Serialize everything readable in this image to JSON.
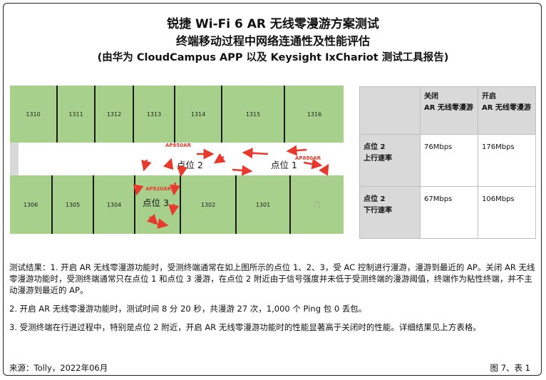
{
  "titles": {
    "line1": "锐捷 Wi-Fi 6 AR 无线零漫游方案测试",
    "line2": "终端移动过程中网络连通性及性能评估",
    "line3": "(由华为 CloudCampus APP 以及 Keysight IxChariot 测试工具报告)"
  },
  "floorplan": {
    "rooms_top": [
      "1310",
      "1311",
      "1312",
      "1313",
      "1314",
      "1315",
      "1316"
    ],
    "rooms_bottom": [
      "1306",
      "1305",
      "1304",
      "",
      "1302",
      "1301",
      "门"
    ],
    "ap_labels": [
      "AP850AR",
      "AP880AR",
      "AP820AR"
    ],
    "points": [
      "点位 1",
      "点位 2",
      "点位 3"
    ],
    "arrow_color": "#e8392c",
    "room_color": "#a8d08d"
  },
  "table": {
    "col_off": [
      "关闭",
      "AR 无线零漫游"
    ],
    "col_on": [
      "开启",
      "AR 无线零漫游"
    ],
    "rows": [
      {
        "label": [
          "点位 2",
          "上行速率"
        ],
        "off": "76Mbps",
        "on": "176Mbps"
      },
      {
        "label": [
          "点位 2",
          "下行速率"
        ],
        "off": "67Mbps",
        "on": "106Mbps"
      }
    ]
  },
  "results": [
    "测试结果：1. 开启 AR 无线零漫游功能时，受测终端通常在如上图所示的点位 1、2、3，受 AC 控制进行漫游，漫游到最近的 AP。关闭 AR 无线零漫游功能时，受测终端通常只在点位 1 和点位 3 漫游，在点位 2 附近由于信号强度并未低于受测终端的漫游阈值，终端作为粘性终端，并不主动漫游到最近的 AP。",
    "2. 开启 AR 无线零漫游功能时，测试时间 8 分 20 秒，共漫游 27 次，1,000 个 Ping 包 0 丢包。",
    "3. 受测终端在行进过程中，特别是点位 2 附近，开启 AR 无线零漫游功能时的性能显著高于关闭时的性能。详细结果见上方表格。"
  ],
  "footer": {
    "source": "来源：Tolly，2022年06月",
    "ref": "图 7、表 1"
  }
}
